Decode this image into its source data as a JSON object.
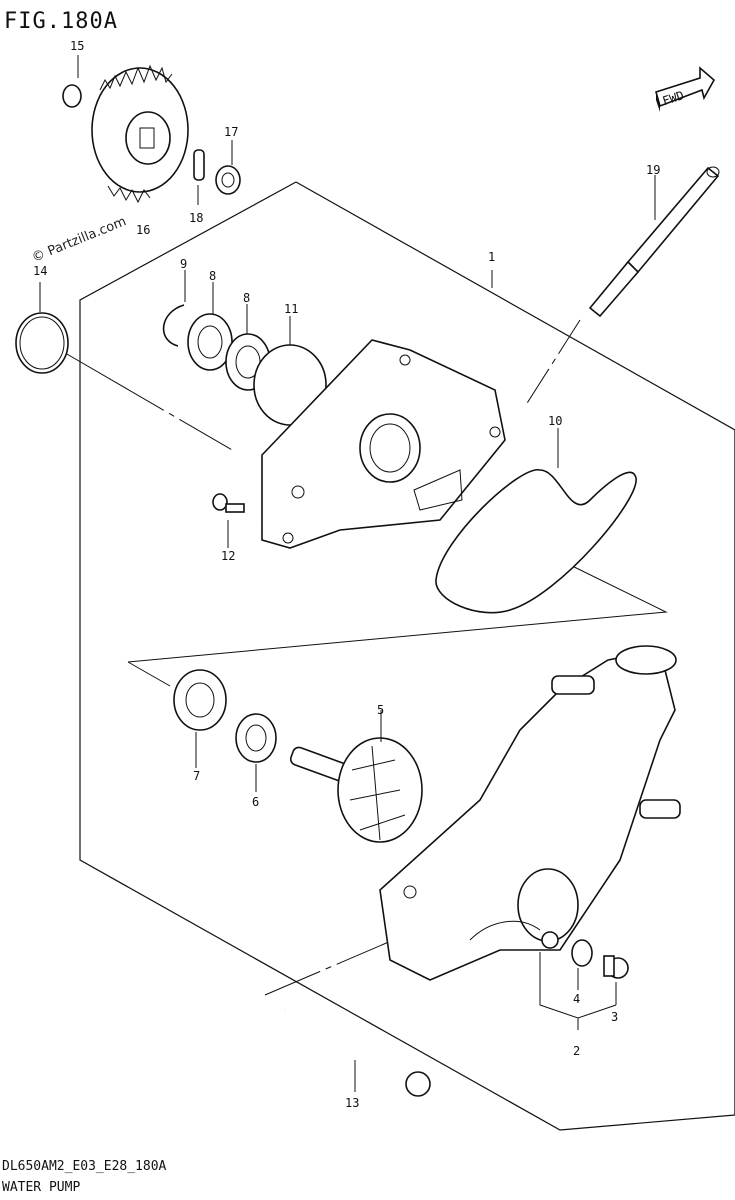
{
  "figure_title": "FIG.180A",
  "fwd_label": "FWD",
  "watermark": "© Partzilla.com",
  "footer": {
    "model_code": "DL650AM2_E03_E28_180A",
    "section_name": "WATER PUMP"
  },
  "callouts": [
    "1",
    "2",
    "3",
    "4",
    "5",
    "6",
    "7",
    "8",
    "8",
    "9",
    "10",
    "11",
    "12",
    "13",
    "14",
    "15",
    "16",
    "17",
    "18",
    "19"
  ]
}
